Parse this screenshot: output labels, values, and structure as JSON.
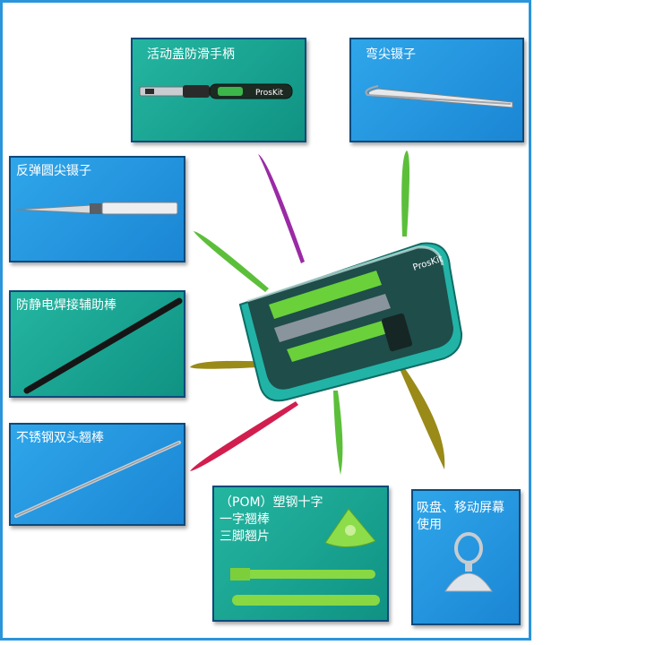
{
  "panels": {
    "handle": "活动盖防滑手柄",
    "handle_brand": "ProsKit",
    "bent_tweezers": "弯尖镊子",
    "reverse_tweezers": "反弹圆尖镊子",
    "antistatic_stick": "防静电焊接辅助棒",
    "steel_pry": "不锈钢双头翘棒",
    "pom_tools": "（POM）塑钢十字\n一字翘棒\n三脚翘片",
    "suction_cup": "吸盘、移动屏幕\n使用"
  },
  "case": {
    "brand": "ProsKit"
  },
  "colors": {
    "frame": "#2a95db",
    "panel_blue": "#1e8fd8",
    "panel_teal": "#19a894",
    "spoke_purple": "#9b2aa6",
    "spoke_green": "#5cbf3a",
    "spoke_olive": "#9a8a18",
    "spoke_red": "#d21e4e"
  }
}
